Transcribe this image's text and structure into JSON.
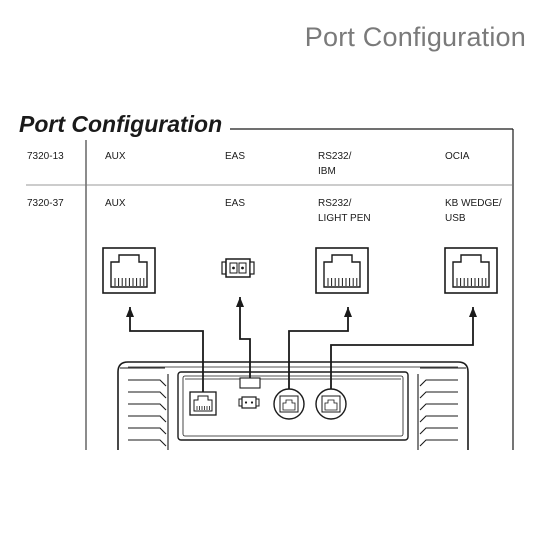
{
  "page_title": "Port Configuration",
  "section_title": "Port Configuration",
  "rows": [
    {
      "model": "7320-13",
      "ports": [
        "AUX",
        "EAS",
        "RS232/\nIBM",
        "OCIA"
      ]
    },
    {
      "model": "7320-37",
      "ports": [
        "AUX",
        "EAS",
        "RS232/\nLIGHT PEN",
        "KB WEDGE/\nUSB"
      ]
    }
  ],
  "connector_icons": [
    "rj45-jack-icon",
    "eas-connector-icon",
    "rj45-jack-icon",
    "rj45-jack-icon"
  ],
  "colors": {
    "title_gray": "#7a7a7a",
    "line": "#1a1a1a"
  }
}
